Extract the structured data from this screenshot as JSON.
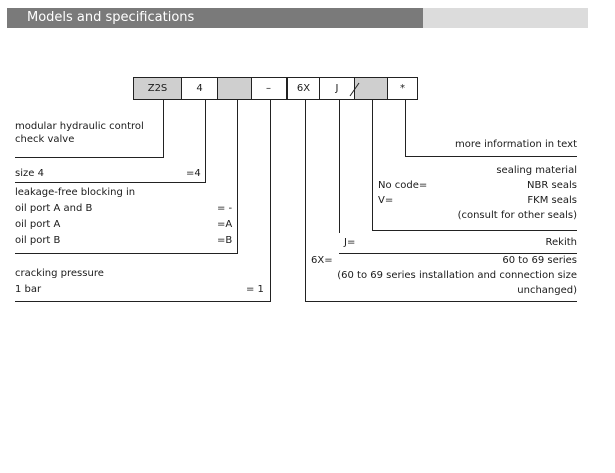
{
  "header": {
    "title": "Models and specifications"
  },
  "code_boxes": [
    "Z2S",
    "4",
    "",
    "",
    "6X",
    "J",
    "",
    "*"
  ],
  "code_separator": "–",
  "items": {
    "more_info": "more information in text",
    "sealing_title": "sealing material",
    "no_code_label": "No code=",
    "no_code_value": "NBR seals",
    "v_label": "V=",
    "v_value": "FKM seals",
    "consult": "(consult for other seals)",
    "j_label": "J=",
    "j_value": "Rekith",
    "sixx_label": "6X=",
    "sixx_value": "60 to 69 series",
    "sixx_note1": "(60 to 69 series installation and connection size",
    "sixx_note2": "unchanged)",
    "modular_1": "modular hydraulic control",
    "modular_2": "check valve",
    "size_label": "size 4",
    "size_value": "=4",
    "leak_title": "leakage-free blocking in",
    "port_ab": "oil port A and B",
    "port_ab_val": "= -",
    "port_a": "oil port A",
    "port_a_val": "=A",
    "port_b": "oil port B",
    "port_b_val": "=B",
    "crack_title": "cracking pressure",
    "crack_bar": "1 bar",
    "crack_val": "= 1"
  }
}
